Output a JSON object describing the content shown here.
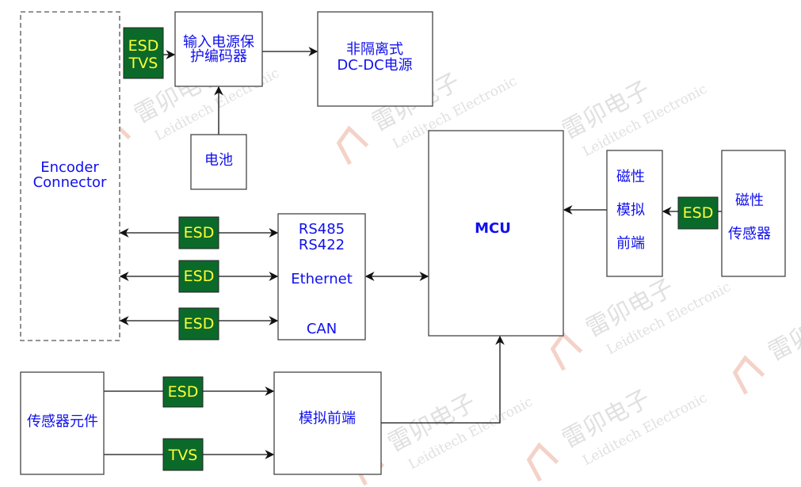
{
  "watermark": {
    "cn": "雷卯电子",
    "en": "Leiditech Electronic"
  },
  "blocks": {
    "encoder": [
      "Encoder",
      "Connector"
    ],
    "esd_tvs": [
      "ESD",
      "TVS"
    ],
    "input_protect": [
      "输入电源保",
      "护编码器"
    ],
    "dcdc": [
      "非隔离式",
      "DC-DC电源"
    ],
    "battery": "电池",
    "mcu": "MCU",
    "mag_frontend": [
      "磁性",
      "模拟",
      "前端"
    ],
    "mag_esd": "ESD",
    "mag_sensor": [
      "磁性",
      "传感器"
    ],
    "comm": [
      "RS485",
      "RS422",
      "Ethernet",
      "CAN"
    ],
    "comm_esd": [
      "ESD",
      "ESD",
      "ESD"
    ],
    "sensor_component": "传感器元件",
    "sensor_esd": "ESD",
    "sensor_tvs": "TVS",
    "analog_frontend": "模拟前端"
  },
  "colors": {
    "protect_fill": "#0b6a2a",
    "protect_text": "#ffff33",
    "label": "#1010ee"
  }
}
